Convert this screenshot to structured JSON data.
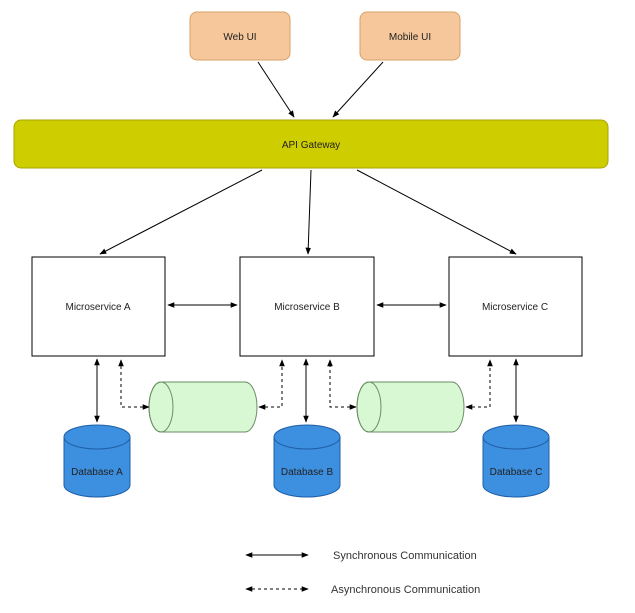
{
  "clients": {
    "web_ui": "Web UI",
    "mobile_ui": "Mobile UI"
  },
  "gateway": {
    "label": "API Gateway"
  },
  "services": {
    "a": "Microservice A",
    "b": "Microservice B",
    "c": "Microservice C"
  },
  "databases": {
    "a": "Database A",
    "b": "Database B",
    "c": "Database C"
  },
  "legend": {
    "sync": "Synchronous Communication",
    "async": "Asynchronous Communication"
  },
  "colors": {
    "client_fill": "#f5c79b",
    "client_stroke": "#d9a06a",
    "gateway_fill": "#cdcd00",
    "gateway_stroke": "#a6a600",
    "queue_fill": "#d8f7d3",
    "queue_stroke": "#6c8e66",
    "db_fill": "#3d8fe0",
    "db_stroke": "#1f5fa6"
  }
}
